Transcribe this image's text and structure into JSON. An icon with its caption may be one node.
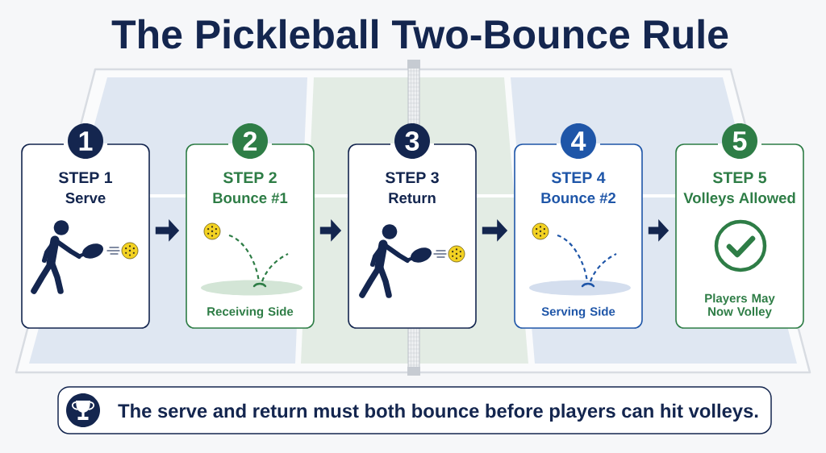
{
  "diagram": {
    "title": "The Pickleball Two-Bounce Rule",
    "nodes": [
      {
        "text": [
          "1"
        ]
      },
      {
        "text": [
          "STEP 1",
          "Serve"
        ]
      },
      {
        "text": [
          "2"
        ]
      },
      {
        "text": [
          "STEP 2",
          "Bounce #1",
          "Receiving Side"
        ]
      },
      {
        "text": [
          "3"
        ]
      },
      {
        "text": [
          "STEP 3",
          "Return"
        ]
      },
      {
        "text": [
          "4"
        ]
      },
      {
        "text": [
          "STEP 4",
          "Bounce #2",
          "Serving Side"
        ]
      },
      {
        "text": [
          "5"
        ]
      },
      {
        "text": [
          "STEP 5",
          "Volleys Allowed",
          "Players May Now Volley"
        ]
      },
      {
        "text": [
          "The serve and return must both bounce before players can hit volleys."
        ]
      }
    ],
    "edges": [
      {
        "from": 1,
        "to": 3,
        "arrow": "to"
      },
      {
        "from": 3,
        "to": 5,
        "arrow": "to"
      },
      {
        "from": 5,
        "to": 7,
        "arrow": "to"
      },
      {
        "from": 7,
        "to": 9,
        "arrow": "to"
      }
    ]
  }
}
